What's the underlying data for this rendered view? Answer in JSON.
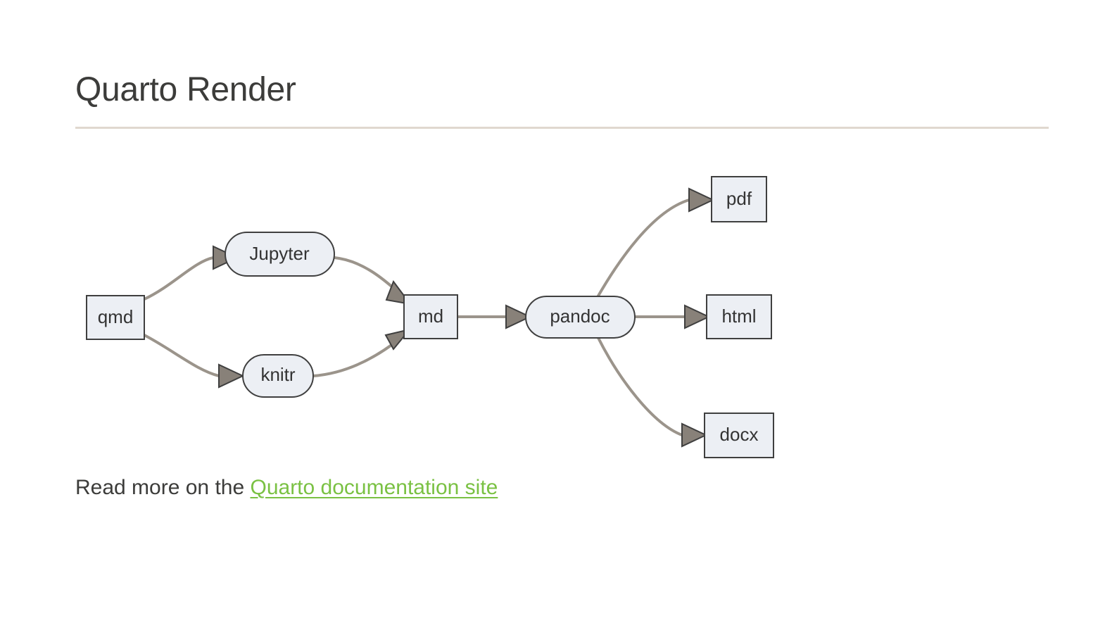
{
  "document": {
    "title": "Quarto Render",
    "background_color": "#ffffff",
    "title_color": "#3c3c3a",
    "rule_color": "#e0d8cf"
  },
  "diagram": {
    "type": "flowchart",
    "direction": "left-to-right",
    "node_fill": "#eceff4",
    "node_stroke": "#3f3f3f",
    "edge_color": "#9b948b",
    "arrow_fill": "#888179",
    "nodes": [
      {
        "id": "qmd",
        "label": "qmd",
        "shape": "rect"
      },
      {
        "id": "jupyter",
        "label": "Jupyter",
        "shape": "stadium"
      },
      {
        "id": "knitr",
        "label": "knitr",
        "shape": "stadium"
      },
      {
        "id": "md",
        "label": "md",
        "shape": "rect"
      },
      {
        "id": "pandoc",
        "label": "pandoc",
        "shape": "stadium"
      },
      {
        "id": "pdf",
        "label": "pdf",
        "shape": "rect"
      },
      {
        "id": "html",
        "label": "html",
        "shape": "rect"
      },
      {
        "id": "docx",
        "label": "docx",
        "shape": "rect"
      }
    ],
    "edges": [
      {
        "from": "qmd",
        "to": "jupyter"
      },
      {
        "from": "qmd",
        "to": "knitr"
      },
      {
        "from": "jupyter",
        "to": "md"
      },
      {
        "from": "knitr",
        "to": "md"
      },
      {
        "from": "md",
        "to": "pandoc"
      },
      {
        "from": "pandoc",
        "to": "pdf"
      },
      {
        "from": "pandoc",
        "to": "html"
      },
      {
        "from": "pandoc",
        "to": "docx"
      }
    ]
  },
  "footer": {
    "lead_text": "Read more on the ",
    "link_text": "Quarto documentation site",
    "link_color": "#7ac143"
  }
}
